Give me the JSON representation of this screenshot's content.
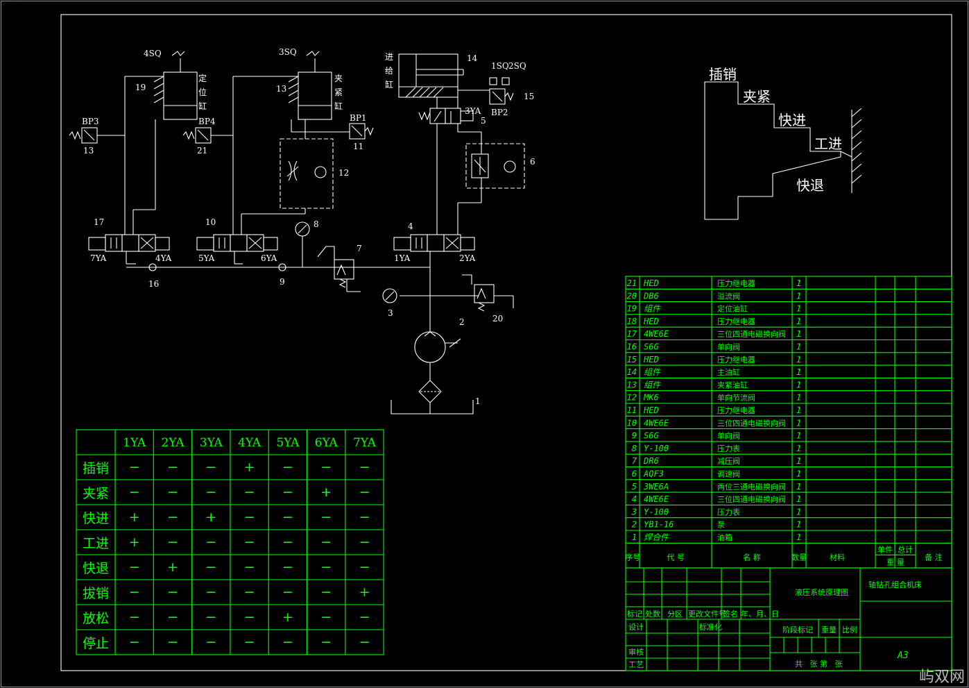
{
  "schematic": {
    "labels": {
      "n14": "14",
      "n1sq": "1SQ",
      "n2sq": "2SQ",
      "n15": "15",
      "n3ya": "3YA",
      "n5": "5",
      "nbp2": "BP2",
      "n6": "6",
      "n4sq": "4SQ",
      "n3sq": "3SQ",
      "n19": "19",
      "n13a": "13",
      "nbp3": "BP3",
      "n13b": "13",
      "nbp4": "BP4",
      "n21": "21",
      "nbp1": "BP1",
      "n11": "11",
      "n12": "12",
      "n17": "17",
      "n10": "10",
      "n4": "4",
      "n8": "8",
      "n7": "7",
      "n7ya": "7YA",
      "n4ya": "4YA",
      "n5ya": "5YA",
      "n6ya": "6YA",
      "n1ya": "1YA",
      "n2ya": "2YA",
      "n16": "16",
      "n9": "9",
      "n3": "3",
      "n2": "2",
      "n20": "20",
      "n1": "1",
      "cyl1": [
        "定",
        "位",
        "缸"
      ],
      "cyl2": [
        "夹",
        "紧",
        "缸"
      ],
      "cyl3": [
        "进",
        "给",
        "缸"
      ]
    }
  },
  "cycle_diagram": {
    "steps": [
      "插销",
      "夹紧",
      "快进",
      "工进",
      "快退"
    ]
  },
  "action_table": {
    "headers": [
      "1YA",
      "2YA",
      "3YA",
      "4YA",
      "5YA",
      "6YA",
      "7YA"
    ],
    "rows": [
      {
        "name": "插销",
        "cells": [
          "−",
          "−",
          "−",
          "+",
          "−",
          "−",
          "−"
        ]
      },
      {
        "name": "夹紧",
        "cells": [
          "−",
          "−",
          "−",
          "−",
          "−",
          "+",
          "−"
        ]
      },
      {
        "name": "快进",
        "cells": [
          "+",
          "−",
          "+",
          "−",
          "−",
          "−",
          "−"
        ]
      },
      {
        "name": "工进",
        "cells": [
          "+",
          "−",
          "−",
          "−",
          "−",
          "−",
          "−"
        ]
      },
      {
        "name": "快退",
        "cells": [
          "−",
          "+",
          "−",
          "−",
          "−",
          "−",
          "−"
        ]
      },
      {
        "name": "拔销",
        "cells": [
          "−",
          "−",
          "−",
          "−",
          "−",
          "−",
          "+"
        ]
      },
      {
        "name": "放松",
        "cells": [
          "−",
          "−",
          "−",
          "−",
          "+",
          "−",
          "−"
        ]
      },
      {
        "name": "停止",
        "cells": [
          "−",
          "−",
          "−",
          "−",
          "−",
          "−",
          "−"
        ]
      }
    ]
  },
  "parts_list": {
    "rows": [
      {
        "no": "21",
        "code": "HED",
        "name": "压力继电器",
        "qty": "1"
      },
      {
        "no": "20",
        "code": "DB6",
        "name": "溢流阀",
        "qty": "1"
      },
      {
        "no": "19",
        "code": "组件",
        "name": "定位油缸",
        "qty": "1"
      },
      {
        "no": "18",
        "code": "HED",
        "name": "压力继电器",
        "qty": "1"
      },
      {
        "no": "17",
        "code": "4WE6E",
        "name": "三位四通电磁换向阀",
        "qty": "1"
      },
      {
        "no": "16",
        "code": "S6G",
        "name": "单向阀",
        "qty": "1"
      },
      {
        "no": "15",
        "code": "HED",
        "name": "压力继电器",
        "qty": "1"
      },
      {
        "no": "14",
        "code": "组件",
        "name": "主油缸",
        "qty": "1"
      },
      {
        "no": "13",
        "code": "组件",
        "name": "夹紧油缸",
        "qty": "1"
      },
      {
        "no": "12",
        "code": "MK6",
        "name": "单向节流阀",
        "qty": "1"
      },
      {
        "no": "11",
        "code": "HED",
        "name": "压力继电器",
        "qty": "1"
      },
      {
        "no": "10",
        "code": "4WE6E",
        "name": "三位四通电磁换向阀",
        "qty": "1"
      },
      {
        "no": "9",
        "code": "S6G",
        "name": "单向阀",
        "qty": "1"
      },
      {
        "no": "8",
        "code": "Y-100",
        "name": "压力表",
        "qty": "1"
      },
      {
        "no": "7",
        "code": "DR6",
        "name": "减压阀",
        "qty": "1"
      },
      {
        "no": "6",
        "code": "AQF3",
        "name": "调速阀",
        "qty": "1"
      },
      {
        "no": "5",
        "code": "3WE6A",
        "name": "两位三通电磁换向阀",
        "qty": "1"
      },
      {
        "no": "4",
        "code": "4WE6E",
        "name": "三位四通电磁换向阀",
        "qty": "1"
      },
      {
        "no": "3",
        "code": "Y-100",
        "name": "压力表",
        "qty": "1"
      },
      {
        "no": "2",
        "code": "YB1-16",
        "name": "泵",
        "qty": "1"
      },
      {
        "no": "1",
        "code": "焊合件",
        "name": "油箱",
        "qty": "1"
      }
    ],
    "header": {
      "no": "序号",
      "code": "代 号",
      "name": "名 称",
      "qty": "数量",
      "material": "材料",
      "unit": "单件",
      "total": "总计",
      "weight": "重 量",
      "remark": "备 注"
    }
  },
  "title_block": {
    "drawing_title": "液压系统原理图",
    "machine_name": "轴钻孔组合机床",
    "sheet_size": "A3",
    "rev_labels": [
      "标记",
      "处数",
      "分区",
      "更改文件号",
      "签名",
      "年、月、日"
    ],
    "design": "设计",
    "standard": "标准化",
    "stage_mark": "阶段标记",
    "weight": "重量",
    "scale": "比例",
    "check": "审核",
    "process": "工艺",
    "sheets": "共   张 第   张"
  },
  "watermark": "屿双网"
}
